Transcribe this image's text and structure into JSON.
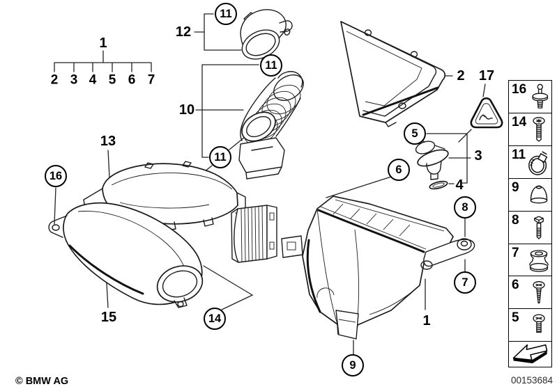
{
  "page": {
    "background": "#ffffff",
    "line_color": "#1a1a1a"
  },
  "footer": {
    "copyright": "© BMW AG",
    "part_number": "00153684"
  },
  "callouts": {
    "bracket": {
      "parent": "1",
      "children": [
        "2",
        "3",
        "4",
        "5",
        "6",
        "7"
      ]
    },
    "plain": {
      "p12": "12",
      "p10": "10",
      "p13": "13",
      "p15": "15",
      "p2": "2",
      "p17": "17",
      "p3": "3",
      "p4": "4",
      "p1": "1"
    },
    "circled": {
      "c11a": "11",
      "c11b": "11",
      "c11c": "11",
      "c16": "16",
      "c5": "5",
      "c6": "6",
      "c8": "8",
      "c7": "7",
      "c14": "14",
      "c9": "9"
    }
  },
  "legend": {
    "items": [
      {
        "number": "16",
        "icon": "expanding-rivet-icon"
      },
      {
        "number": "14",
        "icon": "long-screw-icon"
      },
      {
        "number": "11",
        "icon": "hose-clamp-icon"
      },
      {
        "number": "9",
        "icon": "rubber-cap-icon"
      },
      {
        "number": "8",
        "icon": "hex-bolt-icon"
      },
      {
        "number": "7",
        "icon": "rubber-grommet-icon"
      },
      {
        "number": "6",
        "icon": "self-tapping-screw-icon"
      },
      {
        "number": "5",
        "icon": "pan-head-screw-icon"
      }
    ],
    "arrow_icon": "direction-arrow-icon"
  },
  "parts": {
    "drawing": "intake-silencer-exploded-view",
    "names": [
      "intake-funnel",
      "corrugated-intake-boot",
      "air-filter-cover",
      "intake-temperature-sensor",
      "o-ring",
      "warning-triangle",
      "upper-intake-duct",
      "lower-intake-duct",
      "bellows-connector",
      "intake-silencer-housing"
    ]
  }
}
